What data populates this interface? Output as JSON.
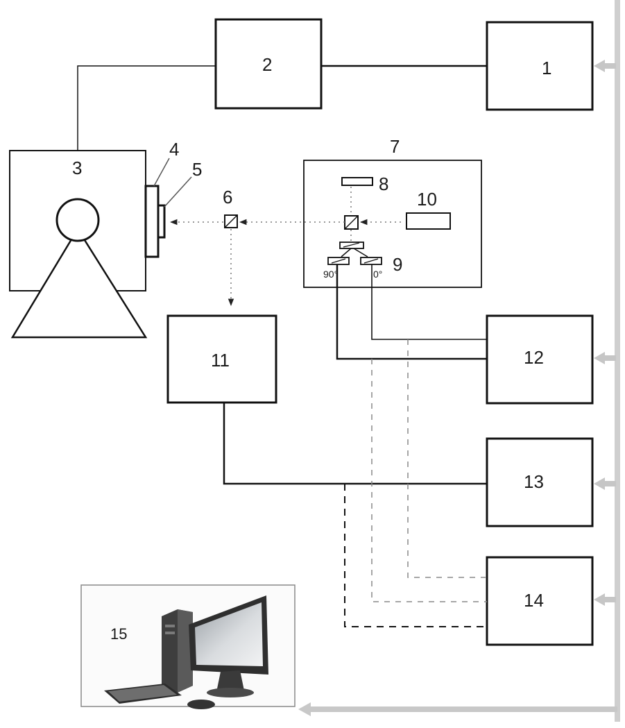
{
  "labels": {
    "b1": "1",
    "b2": "2",
    "b3": "3",
    "b4": "4",
    "b5": "5",
    "b6": "6",
    "b7": "7",
    "b8": "8",
    "b9": "9",
    "b10": "10",
    "b11": "11",
    "b12": "12",
    "b13": "13",
    "b14": "14",
    "b15": "15",
    "angle90": "90°",
    "angle0": "0°"
  },
  "icons": {
    "computer": "desktop-computer-icon",
    "bus_arrow": "arrow-left-icon"
  },
  "colors": {
    "line": "#111111",
    "optical_path": "#777777",
    "bus": "#c6c6c6",
    "frame_15": "#888888"
  }
}
